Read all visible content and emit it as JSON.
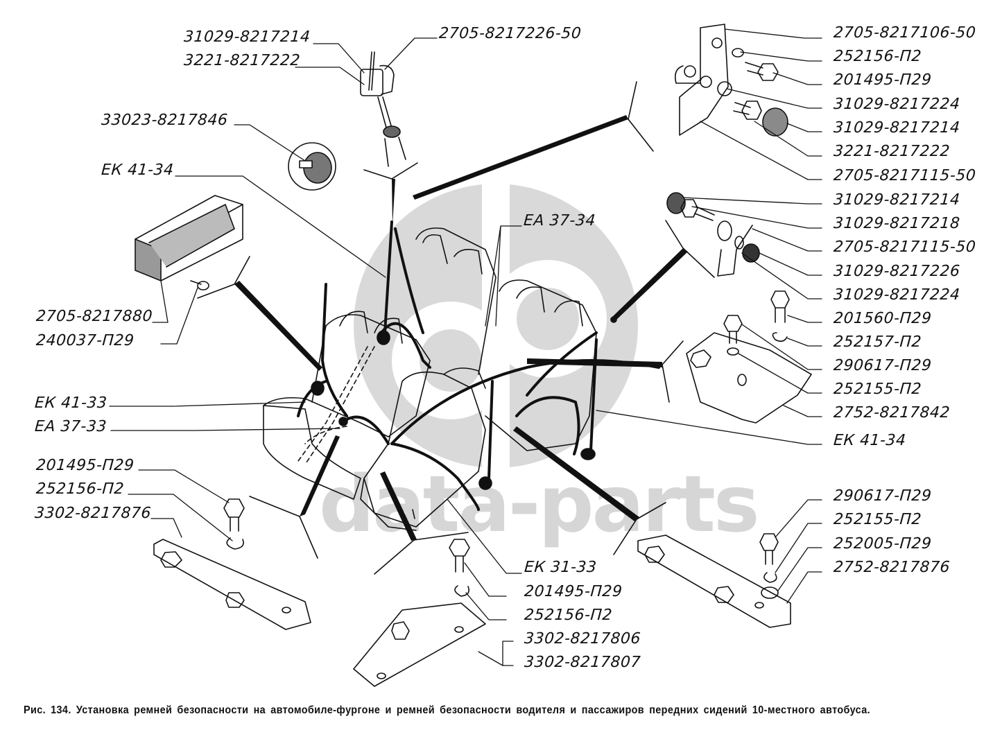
{
  "figure": {
    "caption": "Рис. 134. Установка ремней безопасности на автомобиле-фургоне и ремней безопасности водителя и пассажиров передних сидений 10-местного автобуса.",
    "watermark": "data-parts",
    "watermark_logo": "dp"
  },
  "callouts": {
    "top_center": [
      {
        "id": "top-anchor-bolt",
        "part": "31029-8217214"
      },
      {
        "id": "top-anchor-cap",
        "part": "3221-8217222"
      },
      {
        "id": "top-anchor-bracket",
        "part": "2705-8217226-50"
      }
    ],
    "left": [
      {
        "id": "plug",
        "part": "33023-8217846"
      },
      {
        "id": "belt-left-upper",
        "part": "ЕК 41-34"
      },
      {
        "id": "buckle-cover",
        "part": "2705-8217880"
      },
      {
        "id": "screw",
        "part": "240037-П29"
      },
      {
        "id": "belt-ek4133",
        "part": "ЕК 41-33"
      },
      {
        "id": "belt-ea3733",
        "part": "ЕА 37-33"
      },
      {
        "id": "bolt-left",
        "part": "201495-П29"
      },
      {
        "id": "washer-left",
        "part": "252156-П2"
      },
      {
        "id": "bracket-left",
        "part": "3302-8217876"
      }
    ],
    "center": [
      {
        "id": "belt-ea3734",
        "part": "ЕА 37-34"
      },
      {
        "id": "belt-ek3133",
        "part": "ЕК 31-33"
      },
      {
        "id": "bolt-center",
        "part": "201495-П29"
      },
      {
        "id": "washer-center",
        "part": "252156-П2"
      },
      {
        "id": "bracket-center-a",
        "part": "3302-8217806"
      },
      {
        "id": "bracket-center-b",
        "part": "3302-8217807"
      }
    ],
    "right": [
      {
        "id": "r1",
        "part": "2705-8217106-50"
      },
      {
        "id": "r2",
        "part": "252156-П2"
      },
      {
        "id": "r3",
        "part": "201495-П29"
      },
      {
        "id": "r4",
        "part": "31029-8217224"
      },
      {
        "id": "r5",
        "part": "31029-8217214"
      },
      {
        "id": "r6",
        "part": "3221-8217222"
      },
      {
        "id": "r7",
        "part": "2705-8217115-50"
      },
      {
        "id": "r8",
        "part": "31029-8217214"
      },
      {
        "id": "r9",
        "part": "31029-8217218"
      },
      {
        "id": "r10",
        "part": "2705-8217115-50"
      },
      {
        "id": "r11",
        "part": "31029-8217226"
      },
      {
        "id": "r12",
        "part": "31029-8217224"
      },
      {
        "id": "r13",
        "part": "201560-П29"
      },
      {
        "id": "r14",
        "part": "252157-П2"
      },
      {
        "id": "r15",
        "part": "290617-П29"
      },
      {
        "id": "r16",
        "part": "252155-П2"
      },
      {
        "id": "r17",
        "part": "2752-8217842"
      },
      {
        "id": "r18",
        "part": "ЕК 41-34"
      },
      {
        "id": "r19",
        "part": "290617-П29"
      },
      {
        "id": "r20",
        "part": "252155-П2"
      },
      {
        "id": "r21",
        "part": "252005-П29"
      },
      {
        "id": "r22",
        "part": "2752-8217876"
      }
    ]
  },
  "colors": {
    "ink": "#111111",
    "watermark": "#d6d6d6",
    "background": "#ffffff"
  }
}
